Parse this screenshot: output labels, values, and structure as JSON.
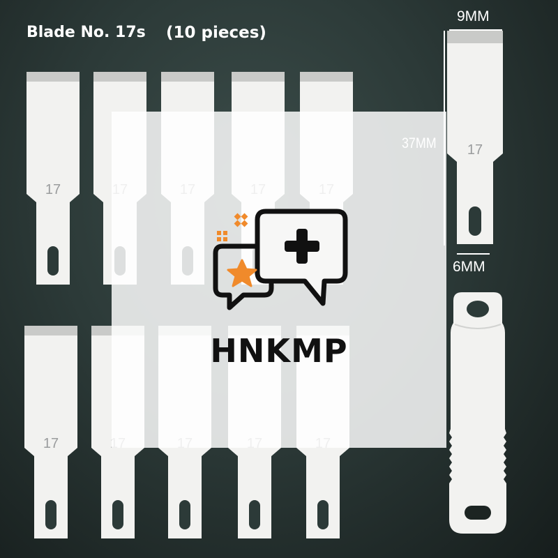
{
  "title": {
    "blade_label": "Blade No. 17s",
    "quantity": "(10 pieces)"
  },
  "blade_number": "17",
  "blade_count": 10,
  "brand": {
    "name": "HNKMP",
    "logo_icon": "chat-bubbles-plus-star-icon"
  },
  "dimensions": {
    "width": "9MM",
    "length": "37MM",
    "shank": "6MM"
  },
  "colors": {
    "background": "#2c3a38",
    "blade": "#f2f2f0",
    "accent": "#f08a2b"
  }
}
